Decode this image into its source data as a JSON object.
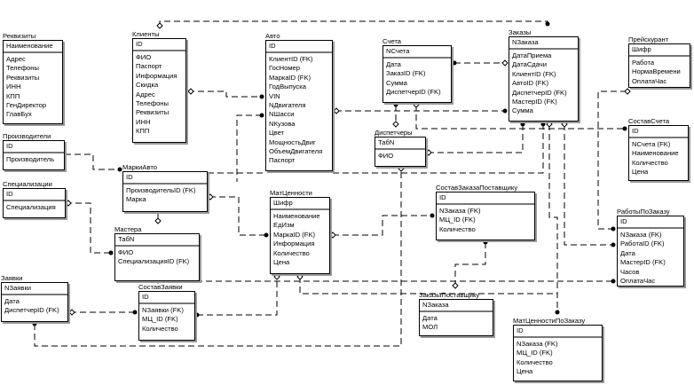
{
  "entities": [
    {
      "id": "rekvizity",
      "title": "Реквизиты",
      "key": "Наименование",
      "attrs": [
        "Адрес",
        "Телефоны",
        "Реквизиты",
        "ИНН",
        "КПП",
        "ГенДиректор",
        "ГлавБух"
      ]
    },
    {
      "id": "klienty",
      "title": "Клиенты",
      "key": "ID",
      "attrs": [
        "ФИО",
        "Паспорт",
        "Информация",
        "Скидка",
        "Адрес",
        "Телефоны",
        "Реквизиты",
        "ИНН",
        "КПП"
      ]
    },
    {
      "id": "avto",
      "title": "Авто",
      "key": "ID",
      "attrs": [
        "КлиентID (FK)",
        "ГосНомер",
        "МаркаID (FK)",
        "ГодВыпуска",
        "VIN",
        "NДвигателя",
        "NШасси",
        "NКузова",
        "Цвет",
        "МощностьДвиг",
        "ОбъемДвигателя",
        "Паспорт"
      ]
    },
    {
      "id": "scheta",
      "title": "Счета",
      "key": "NСчета",
      "attrs": [
        "Дата",
        "ЗаказID (FK)",
        "Сумма",
        "ДиспетчерID (FK)"
      ]
    },
    {
      "id": "zakazy",
      "title": "Заказы",
      "key": "NЗаказа",
      "attrs": [
        "ДатаПриема",
        "ДатаСдачи",
        "КлиентID (FK)",
        "АвтоID (FK)",
        "ДиспетчерID (FK)",
        "МастерID (FK)",
        "Сумма"
      ]
    },
    {
      "id": "preiskurant",
      "title": "Прейскурант",
      "key": "Шифр",
      "attrs": [
        "Работа",
        "НормаВремени",
        "ОплатаЧас"
      ]
    },
    {
      "id": "sostavscheta",
      "title": "СоставСчета",
      "key": "ID",
      "attrs": [
        "NСчета (FK)",
        "Наименование",
        "Количество",
        "Цена"
      ]
    },
    {
      "id": "proizvoditeli",
      "title": "Производители",
      "key": "ID",
      "attrs": [
        "Производитель"
      ]
    },
    {
      "id": "markiavto",
      "title": "МаркиАвто",
      "key": "ID",
      "attrs": [
        "ПроизводительID (FK)",
        "Марка"
      ]
    },
    {
      "id": "specializacii",
      "title": "Специализации",
      "key": "ID",
      "attrs": [
        "Специализация"
      ]
    },
    {
      "id": "mastera",
      "title": "Мастера",
      "key": "ТабN",
      "attrs": [
        "ФИО",
        "СпециализацияID (FK)"
      ]
    },
    {
      "id": "matcennosti",
      "title": "МатЦенности",
      "key": "Шифр",
      "attrs": [
        "Наименование",
        "ЕдИзм",
        "МаркаID (FK)",
        "Информация",
        "Количество",
        "Цена"
      ]
    },
    {
      "id": "dispetchery",
      "title": "Диспетчеры",
      "key": "ТабN",
      "attrs": [
        "ФИО"
      ]
    },
    {
      "id": "sostavzakazapostavshiku",
      "title": "СоставЗаказаПоставщику",
      "key": "ID",
      "attrs": [
        "NЗаказа (FK)",
        "МЦ_ID (FK)",
        "Количество"
      ]
    },
    {
      "id": "rabotypozakazu",
      "title": "РаботыПоЗаказу",
      "key": "ID",
      "attrs": [
        "NЗаказа (FK)",
        "РаботаID (FK)",
        "Дата",
        "МастерID (FK)",
        "Часов",
        "ОплатаЧас"
      ]
    },
    {
      "id": "zayavki",
      "title": "Заявки",
      "key": "NЗаявки",
      "attrs": [
        "Дата",
        "ДиспетчерID (FK)"
      ]
    },
    {
      "id": "sostavzayavki",
      "title": "СоставЗаявки",
      "key": "ID",
      "attrs": [
        "NЗаявки (FK)",
        "МЦ_ID (FK)",
        "Количество"
      ]
    },
    {
      "id": "zakazypostavshiku",
      "title": "ЗаказыПоставщику",
      "key": "NЗаказа",
      "attrs": [
        "Дата",
        "МОЛ"
      ]
    },
    {
      "id": "matcennostipozakazu",
      "title": "МатЦенностиПоЗаказу",
      "key": "ID",
      "attrs": [
        "NЗаказа (FK)",
        "МЦ_ID (FK)",
        "Количество",
        "Цена"
      ]
    }
  ],
  "colors": {
    "line": "#000000",
    "shadow": "#9a9a9a",
    "key_divider": "#777777"
  }
}
